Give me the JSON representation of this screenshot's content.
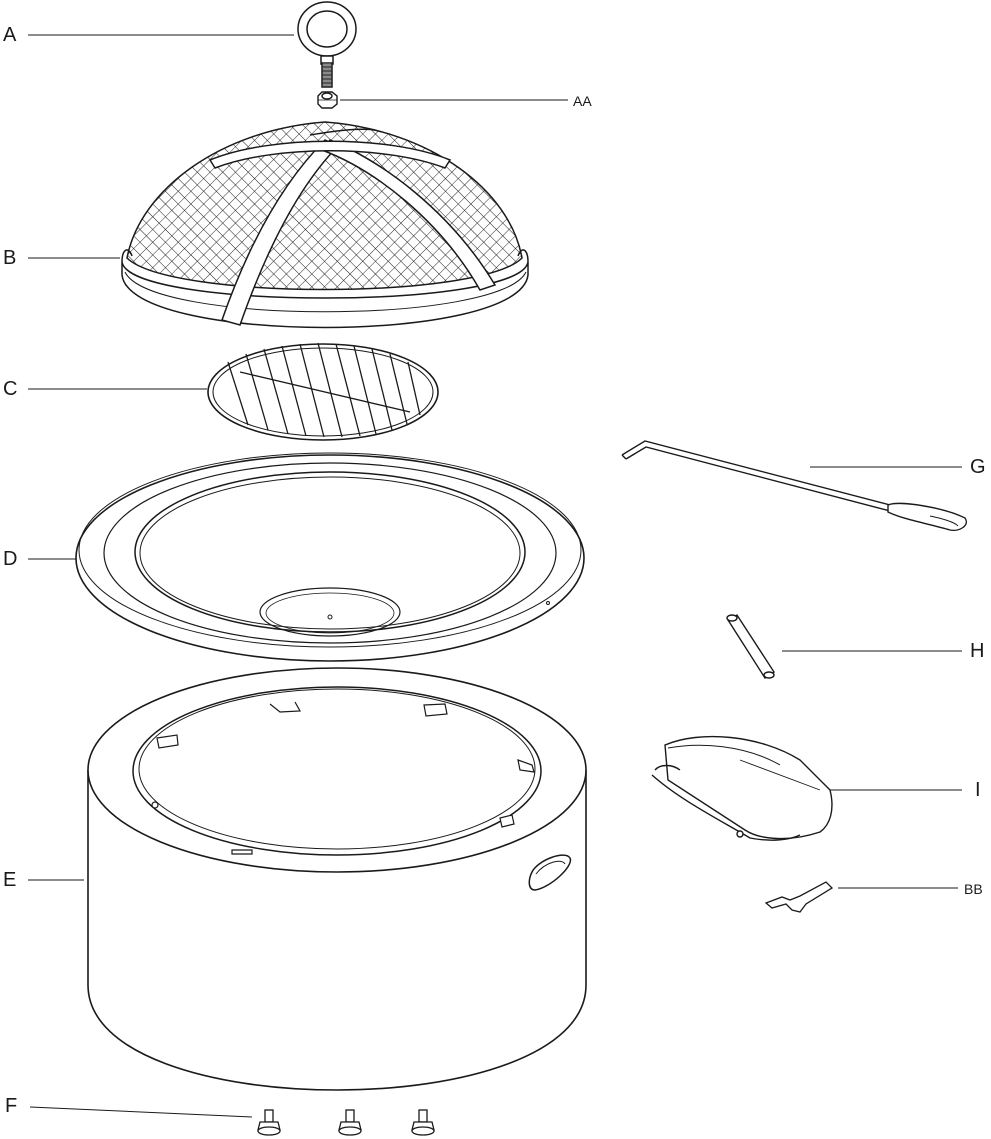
{
  "labels": {
    "A": "A",
    "AA": "AA",
    "B": "B",
    "C": "C",
    "D": "D",
    "E": "E",
    "F": "F",
    "G": "G",
    "H": "H",
    "I": "I",
    "BB": "BB"
  },
  "colors": {
    "stroke": "#1a1a1a",
    "fill": "#ffffff",
    "shade": "#9a9a9a"
  }
}
